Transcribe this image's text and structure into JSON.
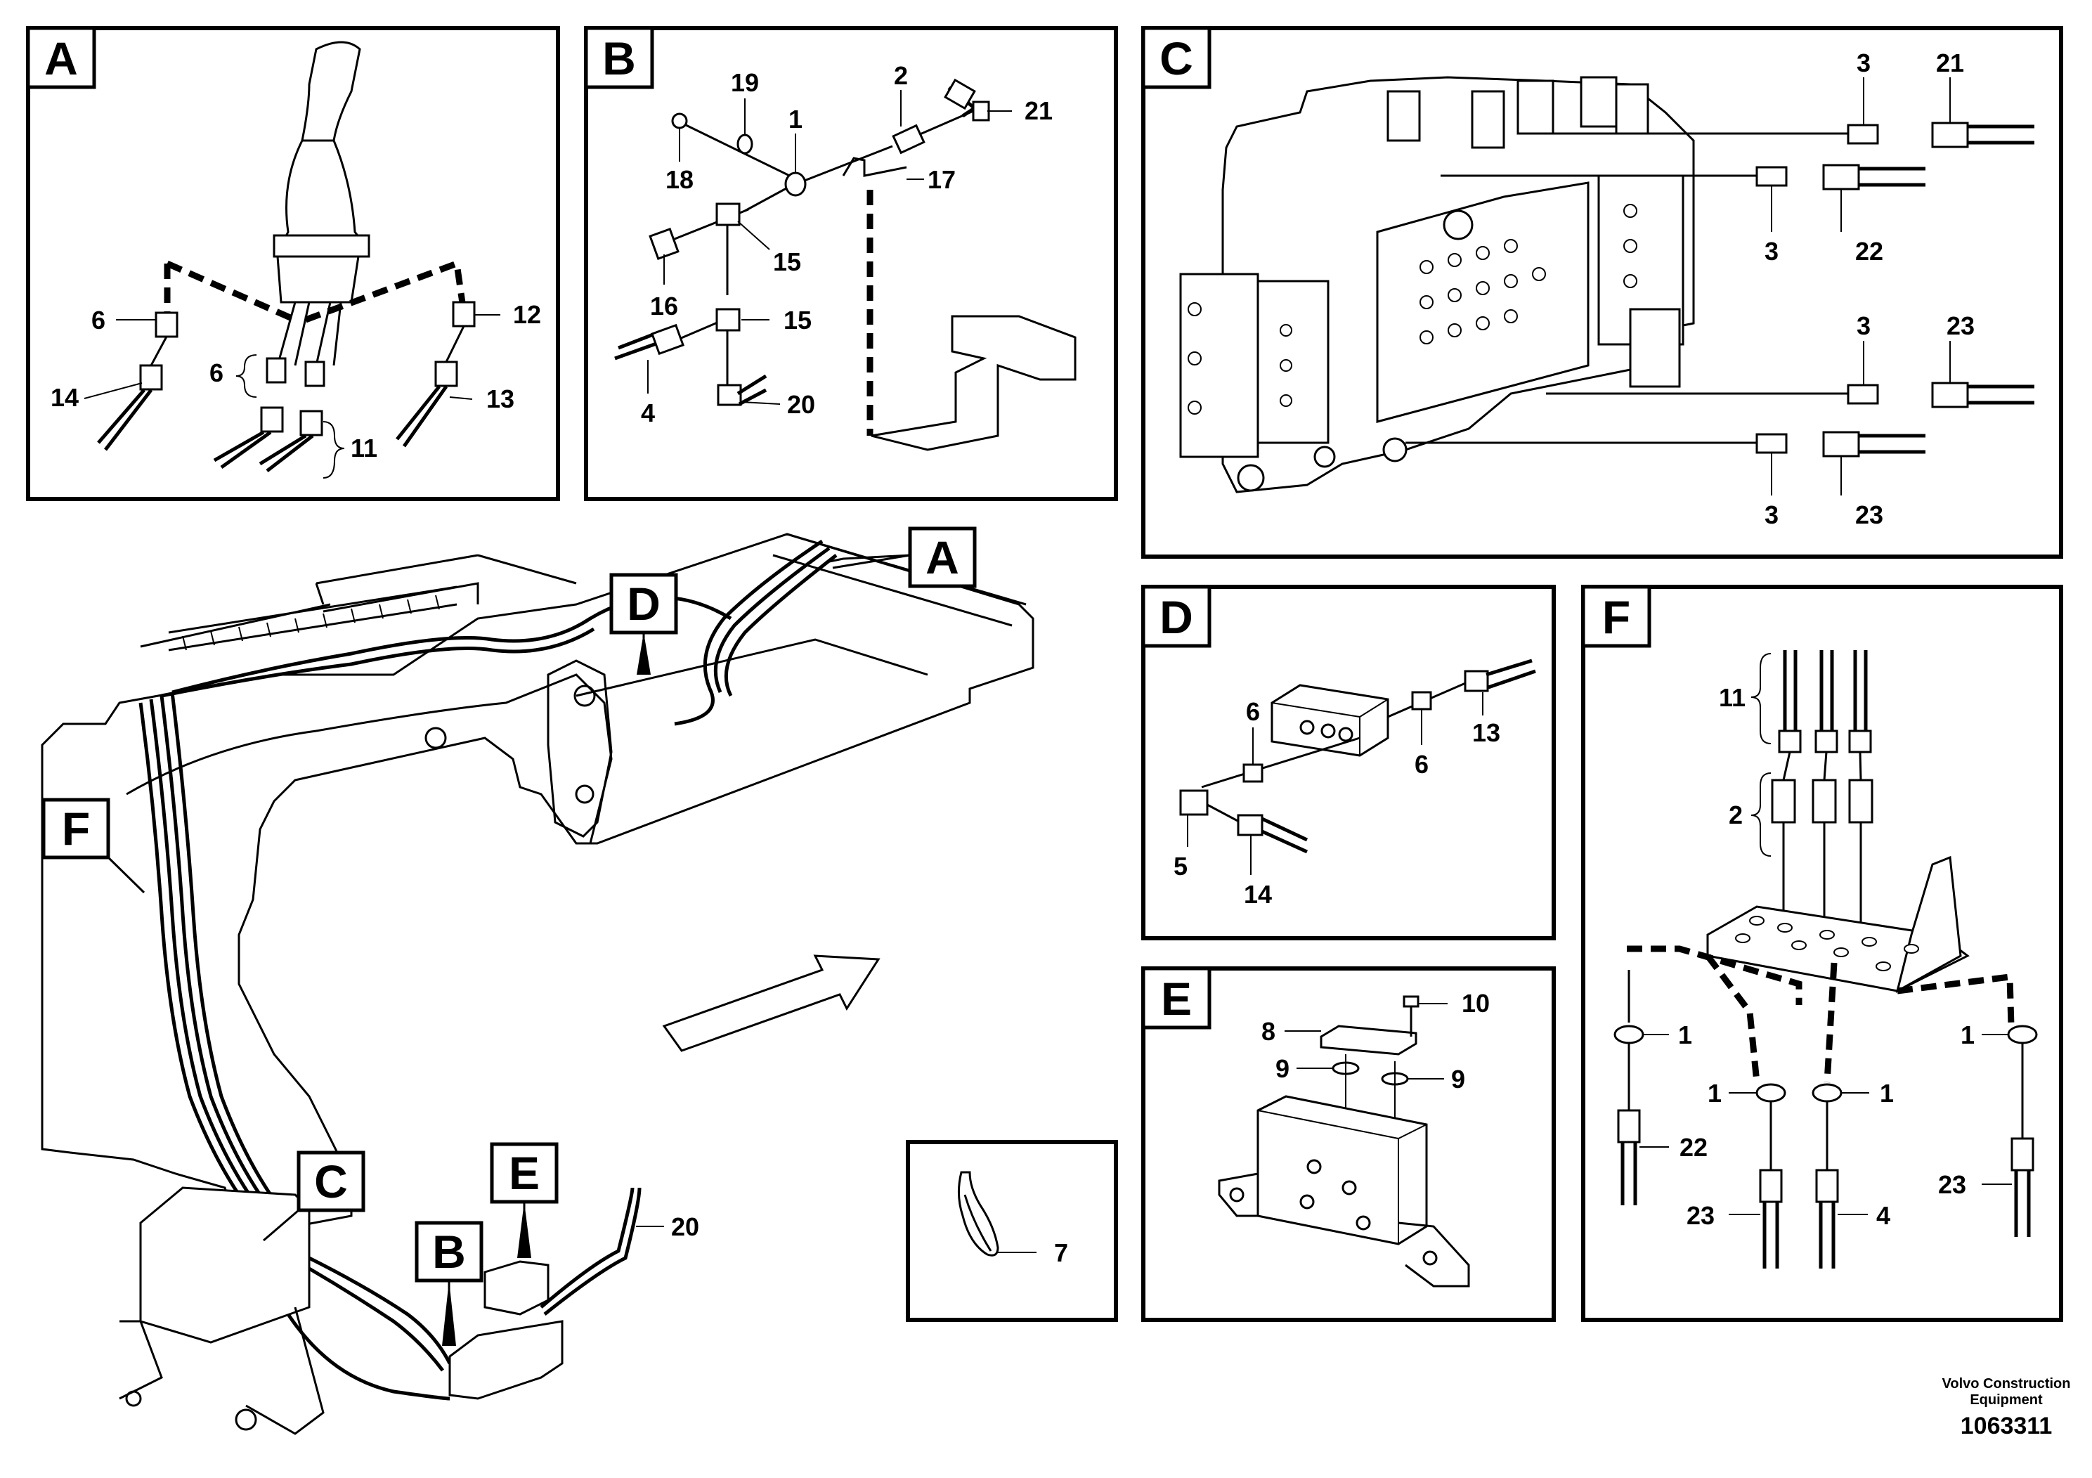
{
  "panels": {
    "A": {
      "letter": "A",
      "labels": [
        "6",
        "6",
        "14",
        "11",
        "12",
        "13"
      ]
    },
    "B": {
      "letter": "B",
      "labels": [
        "19",
        "2",
        "1",
        "21",
        "18",
        "17",
        "16",
        "15",
        "15",
        "4",
        "20"
      ]
    },
    "C": {
      "letter": "C",
      "labels": [
        "3",
        "21",
        "3",
        "22",
        "3",
        "23",
        "3",
        "23"
      ]
    },
    "D": {
      "letter": "D",
      "labels": [
        "6",
        "6",
        "13",
        "5",
        "14"
      ]
    },
    "E": {
      "letter": "E",
      "labels": [
        "10",
        "8",
        "9",
        "9"
      ]
    },
    "F": {
      "letter": "F",
      "labels": [
        "11",
        "2",
        "1",
        "1",
        "1",
        "1",
        "22",
        "23",
        "4",
        "23"
      ]
    },
    "clip": {
      "labels": [
        "7"
      ]
    }
  },
  "overview": {
    "tags": [
      "A",
      "D",
      "F",
      "C",
      "E",
      "B"
    ],
    "labels": [
      "20"
    ]
  },
  "footer": {
    "company_line1": "Volvo Construction",
    "company_line2": "Equipment",
    "drawing_number": "1063311"
  }
}
